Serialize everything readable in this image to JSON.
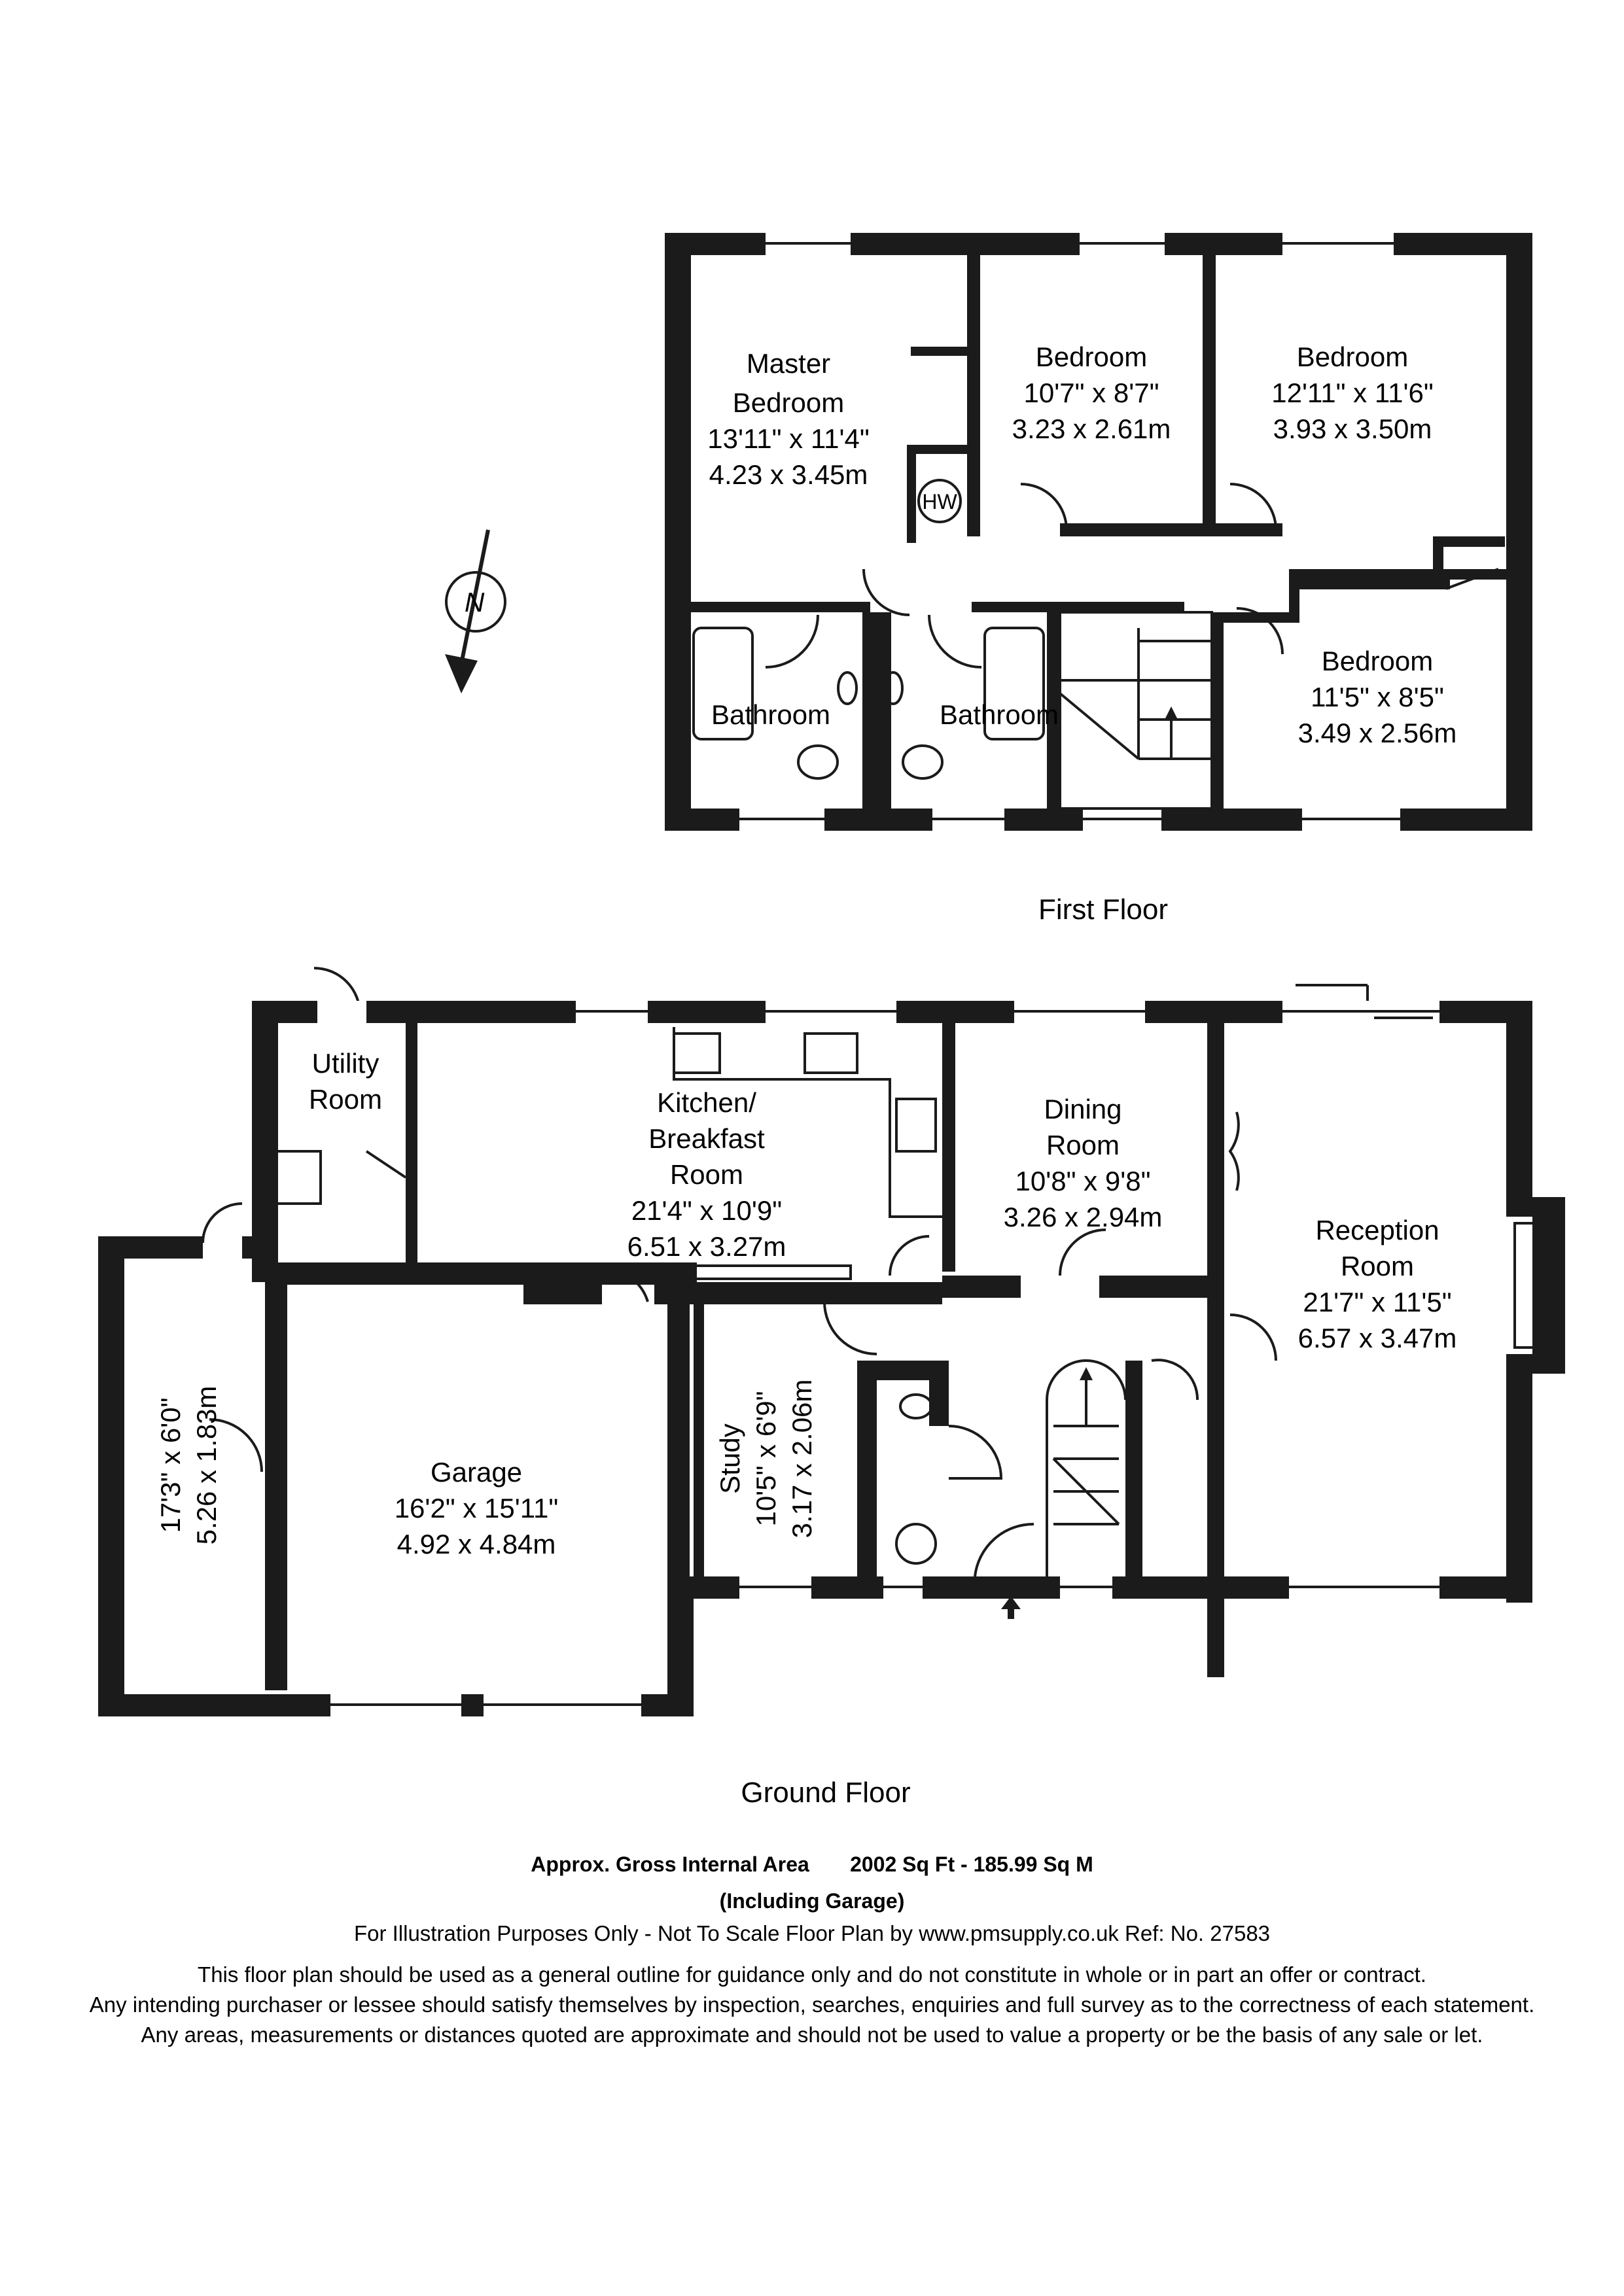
{
  "floors": {
    "first": "First Floor",
    "ground": "Ground Floor"
  },
  "compass": {
    "letter": "N"
  },
  "rooms": {
    "master_bedroom": [
      "Master",
      "Bedroom",
      "13'11\" x 11'4\"",
      "4.23 x 3.45m"
    ],
    "bedroom_2": [
      "Bedroom",
      "10'7\" x 8'7\"",
      "3.23 x 2.61m"
    ],
    "bedroom_3": [
      "Bedroom",
      "12'11\" x 11'6\"",
      "3.93 x 3.50m"
    ],
    "bedroom_4": [
      "Bedroom",
      "11'5\" x 8'5\"",
      "3.49 x 2.56m"
    ],
    "bathroom_1": [
      "Bathroom"
    ],
    "bathroom_2": [
      "Bathroom"
    ],
    "hw": "HW",
    "utility_room": [
      "Utility",
      "Room"
    ],
    "kitchen": [
      "Kitchen/",
      "Breakfast",
      "Room",
      "21'4\" x 10'9\"",
      "6.51 x 3.27m"
    ],
    "dining_room": [
      "Dining",
      "Room",
      "10'8\" x 9'8\"",
      "3.26 x 2.94m"
    ],
    "reception_room": [
      "Reception",
      "Room",
      "21'7\" x 11'5\"",
      "6.57 x 3.47m"
    ],
    "garage": [
      "Garage",
      "16'2\" x 15'11\"",
      "4.92 x 4.84m"
    ],
    "study": [
      "Study",
      "10'5\" x 6'9\"",
      "3.17 x 2.06m"
    ],
    "store": [
      "17'3\" x 6'0\"",
      "5.26 x 1.83m"
    ]
  },
  "footer": {
    "area_label": "Approx. Gross Internal Area",
    "area_value": "2002 Sq Ft  -  185.99 Sq M",
    "including": "(Including Garage)",
    "illustration": "For Illustration Purposes Only - Not To Scale   Floor Plan by  www.pmsupply.co.uk    Ref: No. 27583",
    "disclaimer_1": "This floor plan should be used as a general outline for guidance only and do not constitute in whole or in part an offer or contract.",
    "disclaimer_2": "Any intending purchaser or lessee should satisfy themselves by inspection, searches, enquiries and full survey as to the correctness of each statement.",
    "disclaimer_3": "Any areas, measurements or distances quoted are approximate and should not be used to value a property or be the basis of any sale or let."
  }
}
